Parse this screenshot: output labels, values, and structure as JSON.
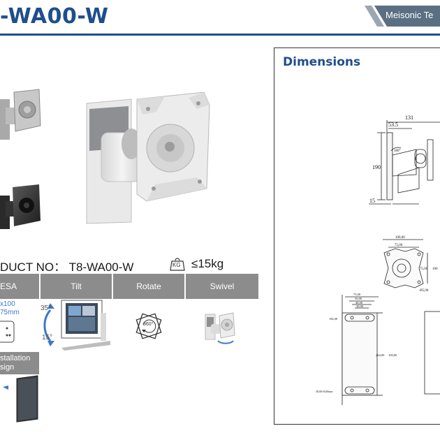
{
  "header": {
    "title": "-WA00-W",
    "brand": "Meisonic Te",
    "brand_color": "#5a6f82",
    "accent_color": "#1f4e8c"
  },
  "product": {
    "product_no_label": "DUCT NO：",
    "product_no_value": "T8-WA00-W",
    "weight_icon_label": "KG",
    "weight_value": "≤15kg"
  },
  "features": {
    "columns": [
      "ESA",
      "Tilt",
      "Rotate",
      "Swivel"
    ],
    "vesa_lines": [
      "x100",
      "75mm"
    ],
    "tilt_up": "35°",
    "tilt_down": "15°",
    "rotate_label": "360°",
    "install_lines": [
      "stallation",
      "sign"
    ]
  },
  "dimensions": {
    "title": "Dimensions",
    "side_view": {
      "w_total": "131",
      "w_arm": "53.5",
      "height": "190",
      "plate": "15",
      "angle": "180°"
    },
    "vesa_view": {
      "top_outer": "100,00",
      "top_inner": "75,00",
      "right_inner": "75,00",
      "right_outer": "100",
      "hole": "Ø5,00"
    },
    "plate_view": {
      "d1": "75,00",
      "d2": "50,00",
      "d3": "40,00",
      "d4": "30,00",
      "slot": "Ø4,00",
      "height": "264,00",
      "height_inner": "190,00",
      "bottom": "38,00×8,00mm"
    }
  }
}
